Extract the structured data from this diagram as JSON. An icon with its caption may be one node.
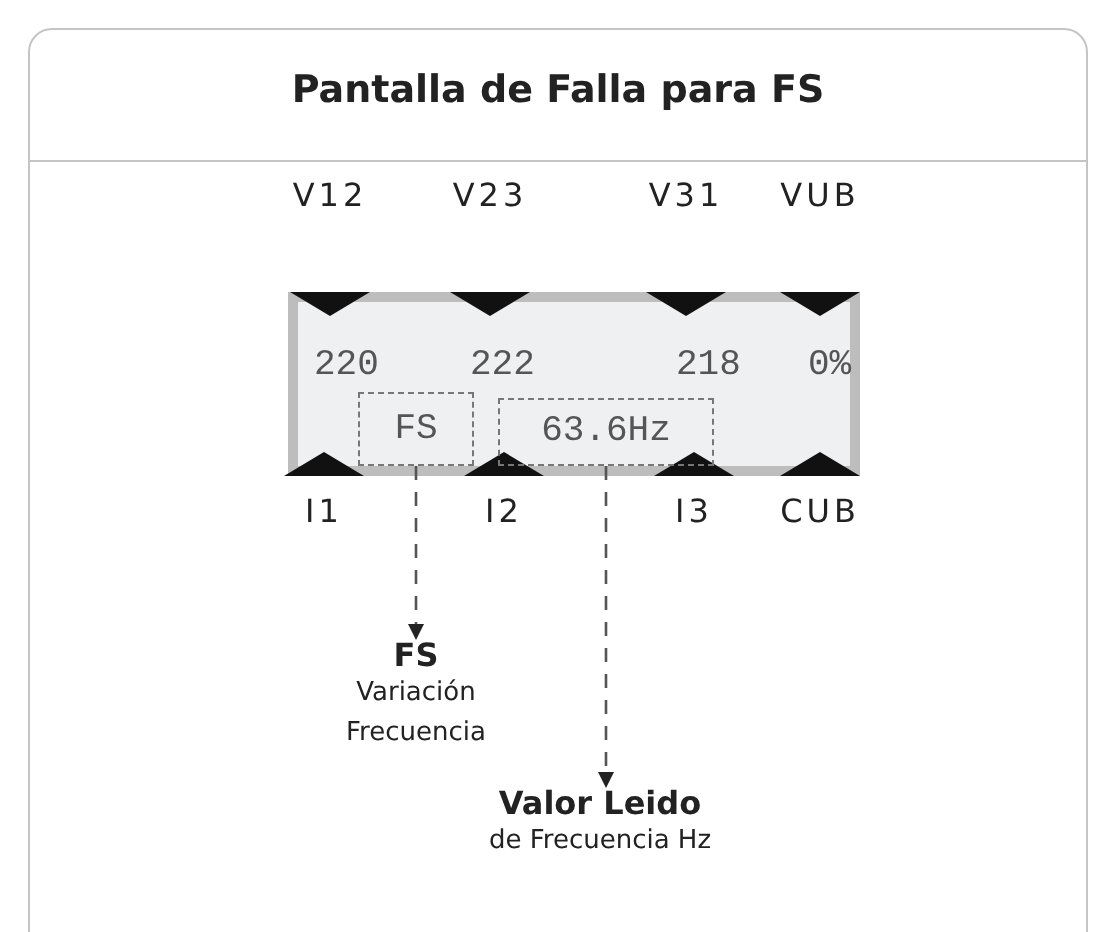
{
  "diagram": {
    "title": "Pantalla de Falla para FS",
    "nodes": [
      {
        "text": [
          "220",
          "222",
          "218",
          "0%"
        ]
      },
      {
        "text": [
          "FS"
        ],
        "in": 0
      },
      {
        "text": [
          "63.6Hz"
        ],
        "in": 0
      },
      {
        "text": [
          "FS",
          "Variación Frecuencia"
        ]
      },
      {
        "text": [
          "Valor Leido",
          "de Frecuencia Hz"
        ]
      }
    ],
    "edges": [
      {
        "from": 1,
        "to": 3,
        "arrow": "to",
        "style": "dashed"
      },
      {
        "from": 2,
        "to": 4,
        "arrow": "to",
        "style": "dashed"
      }
    ],
    "labels": [
      "V12",
      "V23",
      "V31",
      "VUB",
      "I1",
      "I2",
      "I3",
      "CUB"
    ]
  }
}
